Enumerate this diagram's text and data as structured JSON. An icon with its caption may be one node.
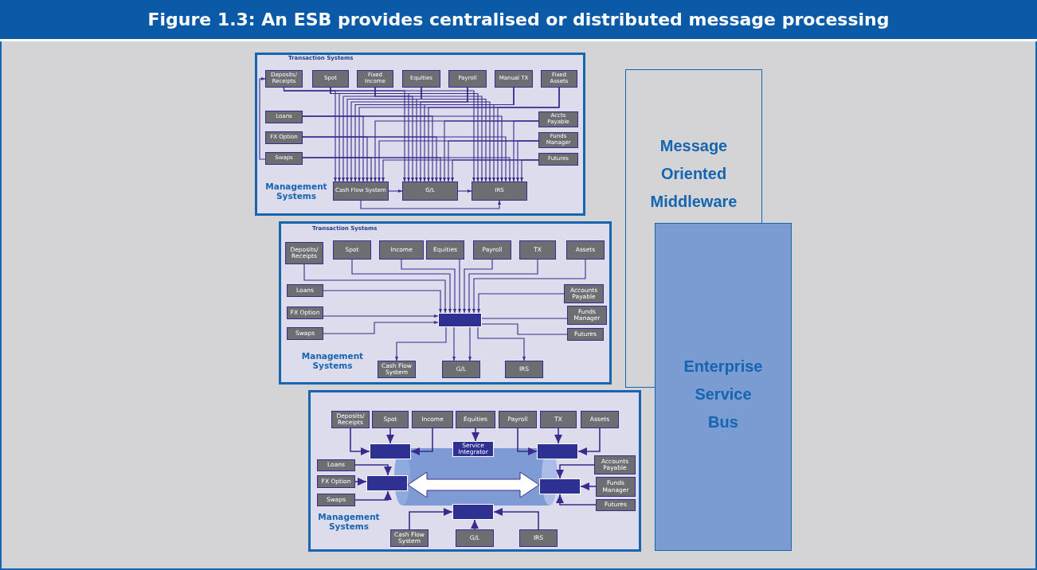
{
  "diagram": {
    "title": "Figure 1.3: An ESB provides centralised or distributed message processing",
    "nodes": [
      {
        "text": [
          "Transaction Systems",
          "Management Systems"
        ]
      },
      {
        "text": [
          "Deposits/ Receipts"
        ],
        "in": 0
      },
      {
        "text": [
          "Spot"
        ],
        "in": 0
      },
      {
        "text": [
          "Fixed Income"
        ],
        "in": 0
      },
      {
        "text": [
          "Equities"
        ],
        "in": 0
      },
      {
        "text": [
          "Payroll"
        ],
        "in": 0
      },
      {
        "text": [
          "Manual TX"
        ],
        "in": 0
      },
      {
        "text": [
          "Fixed Assets"
        ],
        "in": 0
      },
      {
        "text": [
          "Loans"
        ],
        "in": 0
      },
      {
        "text": [
          "FX Option"
        ],
        "in": 0
      },
      {
        "text": [
          "Swaps"
        ],
        "in": 0
      },
      {
        "text": [
          "Accts Payable"
        ],
        "in": 0
      },
      {
        "text": [
          "Funds Manager"
        ],
        "in": 0
      },
      {
        "text": [
          "Futures"
        ],
        "in": 0
      },
      {
        "text": [
          "Cash Flow System"
        ],
        "in": 0
      },
      {
        "text": [
          "G/L"
        ],
        "in": 0
      },
      {
        "text": [
          "IRS"
        ],
        "in": 0
      },
      {
        "text": [
          "Transaction Systems",
          "Management Systems"
        ]
      },
      {
        "text": [
          "Deposits/ Receipts"
        ],
        "in": 17
      },
      {
        "text": [
          "Spot"
        ],
        "in": 17
      },
      {
        "text": [
          "Income"
        ],
        "in": 17
      },
      {
        "text": [
          "Equities"
        ],
        "in": 17
      },
      {
        "text": [
          "Payroll"
        ],
        "in": 17
      },
      {
        "text": [
          "TX"
        ],
        "in": 17
      },
      {
        "text": [
          "Assets"
        ],
        "in": 17
      },
      {
        "text": [
          "Loans"
        ],
        "in": 17
      },
      {
        "text": [
          "FX Option"
        ],
        "in": 17
      },
      {
        "text": [
          "Swaps"
        ],
        "in": 17
      },
      {
        "text": [
          "Accounts Payable"
        ],
        "in": 17
      },
      {
        "text": [
          "Funds Manager"
        ],
        "in": 17
      },
      {
        "text": [
          "Futures"
        ],
        "in": 17
      },
      {
        "text": [],
        "shape": "box",
        "in": 17
      },
      {
        "text": [
          "Cash Flow System"
        ],
        "in": 17
      },
      {
        "text": [
          "G/L"
        ],
        "in": 17
      },
      {
        "text": [
          "IRS"
        ],
        "in": 17
      },
      {
        "text": [
          "Management Systems"
        ]
      },
      {
        "text": [
          "Deposits/ Receipts"
        ],
        "in": 35
      },
      {
        "text": [
          "Spot"
        ],
        "in": 35
      },
      {
        "text": [
          "Income"
        ],
        "in": 35
      },
      {
        "text": [
          "Equities"
        ],
        "in": 35
      },
      {
        "text": [
          "Payroll"
        ],
        "in": 35
      },
      {
        "text": [
          "TX"
        ],
        "in": 35
      },
      {
        "text": [
          "Assets"
        ],
        "in": 35
      },
      {
        "text": [
          "Loans"
        ],
        "in": 35
      },
      {
        "text": [
          "FX Option"
        ],
        "in": 35
      },
      {
        "text": [
          "Swaps"
        ],
        "in": 35
      },
      {
        "text": [
          "Accounts Payable"
        ],
        "in": 35
      },
      {
        "text": [
          "Funds Manager"
        ],
        "in": 35
      },
      {
        "text": [
          "Futures"
        ],
        "in": 35
      },
      {
        "text": [],
        "shape": "box",
        "in": 35
      },
      {
        "text": [
          "Service Integrator"
        ],
        "in": 35
      },
      {
        "text": [],
        "shape": "box",
        "in": 35
      },
      {
        "text": [],
        "shape": "box",
        "in": 35
      },
      {
        "text": [],
        "shape": "box",
        "in": 35
      },
      {
        "text": [],
        "shape": "box",
        "in": 35
      },
      {
        "text": [
          "Cash Flow System"
        ],
        "in": 35
      },
      {
        "text": [
          "G/L"
        ],
        "in": 35
      },
      {
        "text": [
          "IRS"
        ],
        "in": 35
      },
      {
        "text": [
          "Message Oriented Middleware"
        ]
      },
      {
        "text": [
          "Enterprise Service Bus"
        ]
      }
    ],
    "edges": [
      {
        "from": 1,
        "to": 14,
        "arrow": "to"
      },
      {
        "from": 1,
        "to": 15,
        "arrow": "to"
      },
      {
        "from": 1,
        "to": 16,
        "arrow": "to"
      },
      {
        "from": 2,
        "to": 14,
        "arrow": "to"
      },
      {
        "from": 2,
        "to": 15,
        "arrow": "to"
      },
      {
        "from": 2,
        "to": 16,
        "arrow": "to"
      },
      {
        "from": 3,
        "to": 14,
        "arrow": "to"
      },
      {
        "from": 3,
        "to": 15,
        "arrow": "to"
      },
      {
        "from": 3,
        "to": 16,
        "arrow": "to"
      },
      {
        "from": 4,
        "to": 14,
        "arrow": "to"
      },
      {
        "from": 4,
        "to": 15,
        "arrow": "to"
      },
      {
        "from": 4,
        "to": 16,
        "arrow": "to"
      },
      {
        "from": 5,
        "to": 14,
        "arrow": "to"
      },
      {
        "from": 5,
        "to": 15,
        "arrow": "to"
      },
      {
        "from": 5,
        "to": 16,
        "arrow": "to"
      },
      {
        "from": 6,
        "to": 14,
        "arrow": "to"
      },
      {
        "from": 6,
        "to": 15,
        "arrow": "to"
      },
      {
        "from": 6,
        "to": 16,
        "arrow": "to"
      },
      {
        "from": 7,
        "to": 14,
        "arrow": "to"
      },
      {
        "from": 7,
        "to": 15,
        "arrow": "to"
      },
      {
        "from": 7,
        "to": 16,
        "arrow": "to"
      },
      {
        "from": 8,
        "to": 14,
        "arrow": "to"
      },
      {
        "from": 8,
        "to": 15,
        "arrow": "to"
      },
      {
        "from": 8,
        "to": 16,
        "arrow": "to"
      },
      {
        "from": 9,
        "to": 14,
        "arrow": "to"
      },
      {
        "from": 9,
        "to": 15,
        "arrow": "to"
      },
      {
        "from": 9,
        "to": 16,
        "arrow": "to"
      },
      {
        "from": 10,
        "to": 14,
        "arrow": "to"
      },
      {
        "from": 10,
        "to": 15,
        "arrow": "to"
      },
      {
        "from": 10,
        "to": 16,
        "arrow": "to"
      },
      {
        "from": 11,
        "to": 14,
        "arrow": "to"
      },
      {
        "from": 11,
        "to": 15,
        "arrow": "to"
      },
      {
        "from": 11,
        "to": 16,
        "arrow": "to"
      },
      {
        "from": 12,
        "to": 14,
        "arrow": "to"
      },
      {
        "from": 12,
        "to": 15,
        "arrow": "to"
      },
      {
        "from": 12,
        "to": 16,
        "arrow": "to"
      },
      {
        "from": 13,
        "to": 14,
        "arrow": "to"
      },
      {
        "from": 13,
        "to": 15,
        "arrow": "to"
      },
      {
        "from": 13,
        "to": 16,
        "arrow": "to"
      },
      {
        "from": 10,
        "to": 1,
        "arrow": "to"
      },
      {
        "from": 14,
        "to": 15,
        "arrow": "to"
      },
      {
        "from": 15,
        "to": 16,
        "arrow": "to"
      },
      {
        "from": 14,
        "to": 16,
        "arrow": "to"
      },
      {
        "from": 18,
        "to": 31,
        "arrow": "to"
      },
      {
        "from": 19,
        "to": 31,
        "arrow": "to"
      },
      {
        "from": 20,
        "to": 31,
        "arrow": "to"
      },
      {
        "from": 21,
        "to": 31,
        "arrow": "to"
      },
      {
        "from": 22,
        "to": 31,
        "arrow": "to"
      },
      {
        "from": 23,
        "to": 31,
        "arrow": "to"
      },
      {
        "from": 24,
        "to": 31,
        "arrow": "to"
      },
      {
        "from": 25,
        "to": 31,
        "arrow": "to"
      },
      {
        "from": 26,
        "to": 31,
        "arrow": "to"
      },
      {
        "from": 27,
        "to": 31,
        "arrow": "to"
      },
      {
        "from": 28,
        "to": 31,
        "arrow": "to"
      },
      {
        "from": 31,
        "to": 29,
        "arrow": "none"
      },
      {
        "from": 31,
        "to": 30,
        "arrow": "none"
      },
      {
        "from": 31,
        "to": 32,
        "arrow": "to"
      },
      {
        "from": 31,
        "to": 33,
        "arrow": "to"
      },
      {
        "from": 31,
        "to": 33,
        "arrow": "to"
      },
      {
        "from": 31,
        "to": 34,
        "arrow": "to"
      },
      {
        "from": 36,
        "to": 49,
        "arrow": "to"
      },
      {
        "from": 37,
        "to": 49,
        "arrow": "to"
      },
      {
        "from": 38,
        "to": 49,
        "arrow": "to"
      },
      {
        "from": 39,
        "to": 50,
        "arrow": "to"
      },
      {
        "from": 40,
        "to": 51,
        "arrow": "to"
      },
      {
        "from": 41,
        "to": 51,
        "arrow": "to"
      },
      {
        "from": 42,
        "to": 51,
        "arrow": "to"
      },
      {
        "from": 43,
        "to": 52,
        "arrow": "to"
      },
      {
        "from": 44,
        "to": 52,
        "arrow": "to"
      },
      {
        "from": 45,
        "to": 52,
        "arrow": "to"
      },
      {
        "from": 46,
        "to": 53,
        "arrow": "to"
      },
      {
        "from": 47,
        "to": 53,
        "arrow": "to"
      },
      {
        "from": 48,
        "to": 53,
        "arrow": "to"
      },
      {
        "from": 55,
        "to": 54,
        "arrow": "to"
      },
      {
        "from": 56,
        "to": 54,
        "arrow": "to"
      },
      {
        "from": 57,
        "to": 54,
        "arrow": "to"
      },
      {
        "from": 52,
        "to": 53,
        "arrow": "both",
        "style": "thick",
        "color": "#ffffff"
      }
    ]
  }
}
